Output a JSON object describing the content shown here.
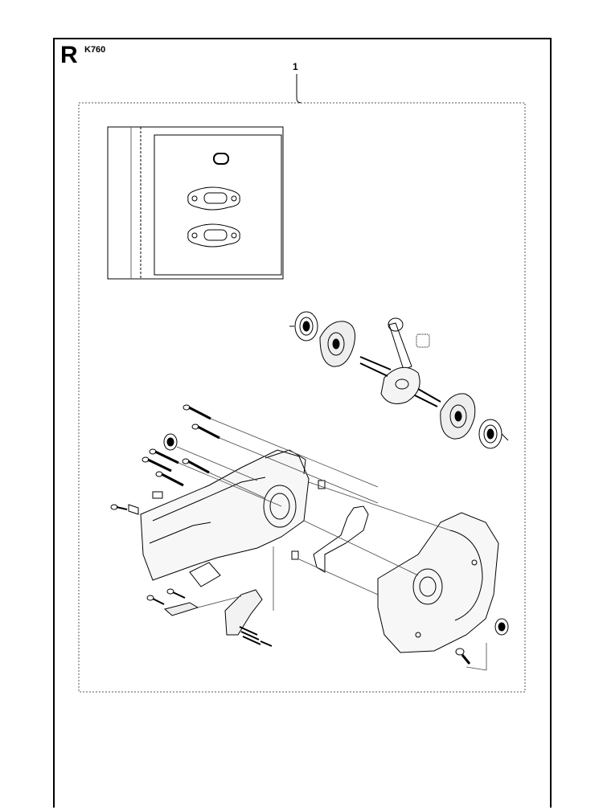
{
  "page": {
    "section_letter": "R",
    "model": "K760"
  },
  "callouts": [
    {
      "number": "1"
    }
  ]
}
